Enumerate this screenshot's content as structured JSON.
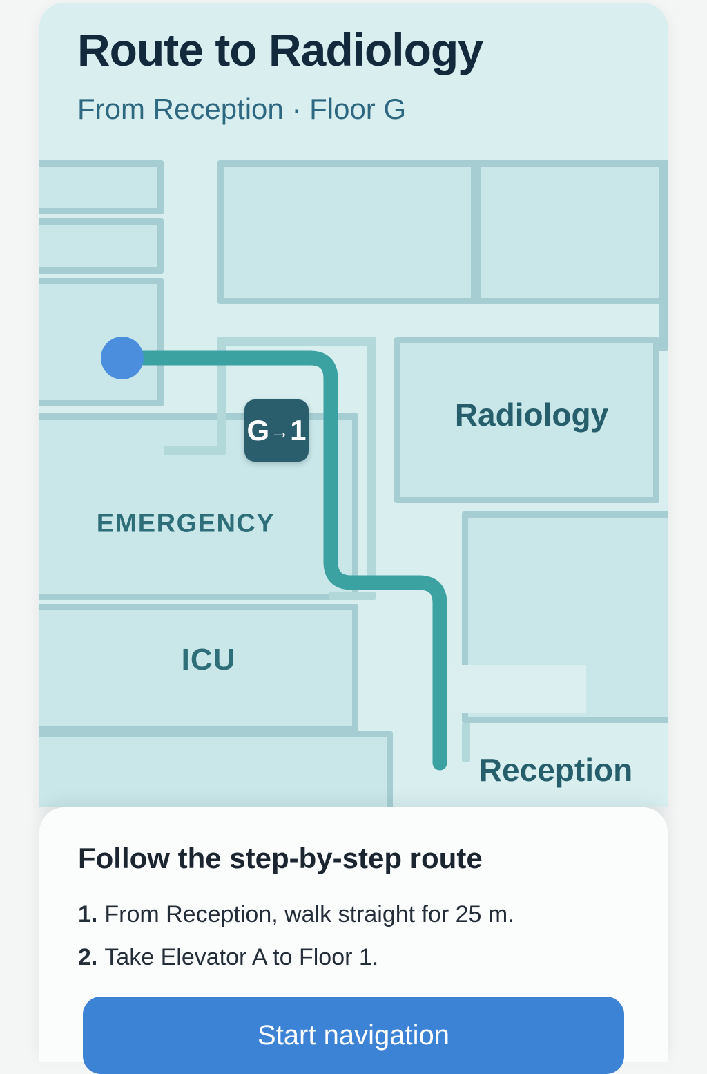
{
  "header": {
    "title": "Route to Radiology",
    "subtitle": "From Reception · Floor G"
  },
  "map": {
    "labels": {
      "emergency": "EMERGENCY",
      "icu": "ICU",
      "radiology": "Radiology",
      "reception": "Reception"
    },
    "elevator_badge": {
      "from_floor": "G",
      "arrow": "→",
      "to_floor": "1"
    },
    "colors": {
      "route": "#3BA1A1",
      "start_dot": "#4A8EDD",
      "badge_bg": "#2B5E6C",
      "room_fill": "#C9E6E8",
      "wall": "#A6CED2",
      "map_bg": "#D9EEEF"
    }
  },
  "panel": {
    "heading": "Follow the step-by-step route",
    "steps": [
      {
        "num": "1.",
        "text": "From Reception, walk straight for 25 m."
      },
      {
        "num": "2.",
        "text": "Take Elevator A to Floor 1."
      }
    ],
    "button_label": "Start navigation",
    "button_color": "#3C83D6"
  }
}
